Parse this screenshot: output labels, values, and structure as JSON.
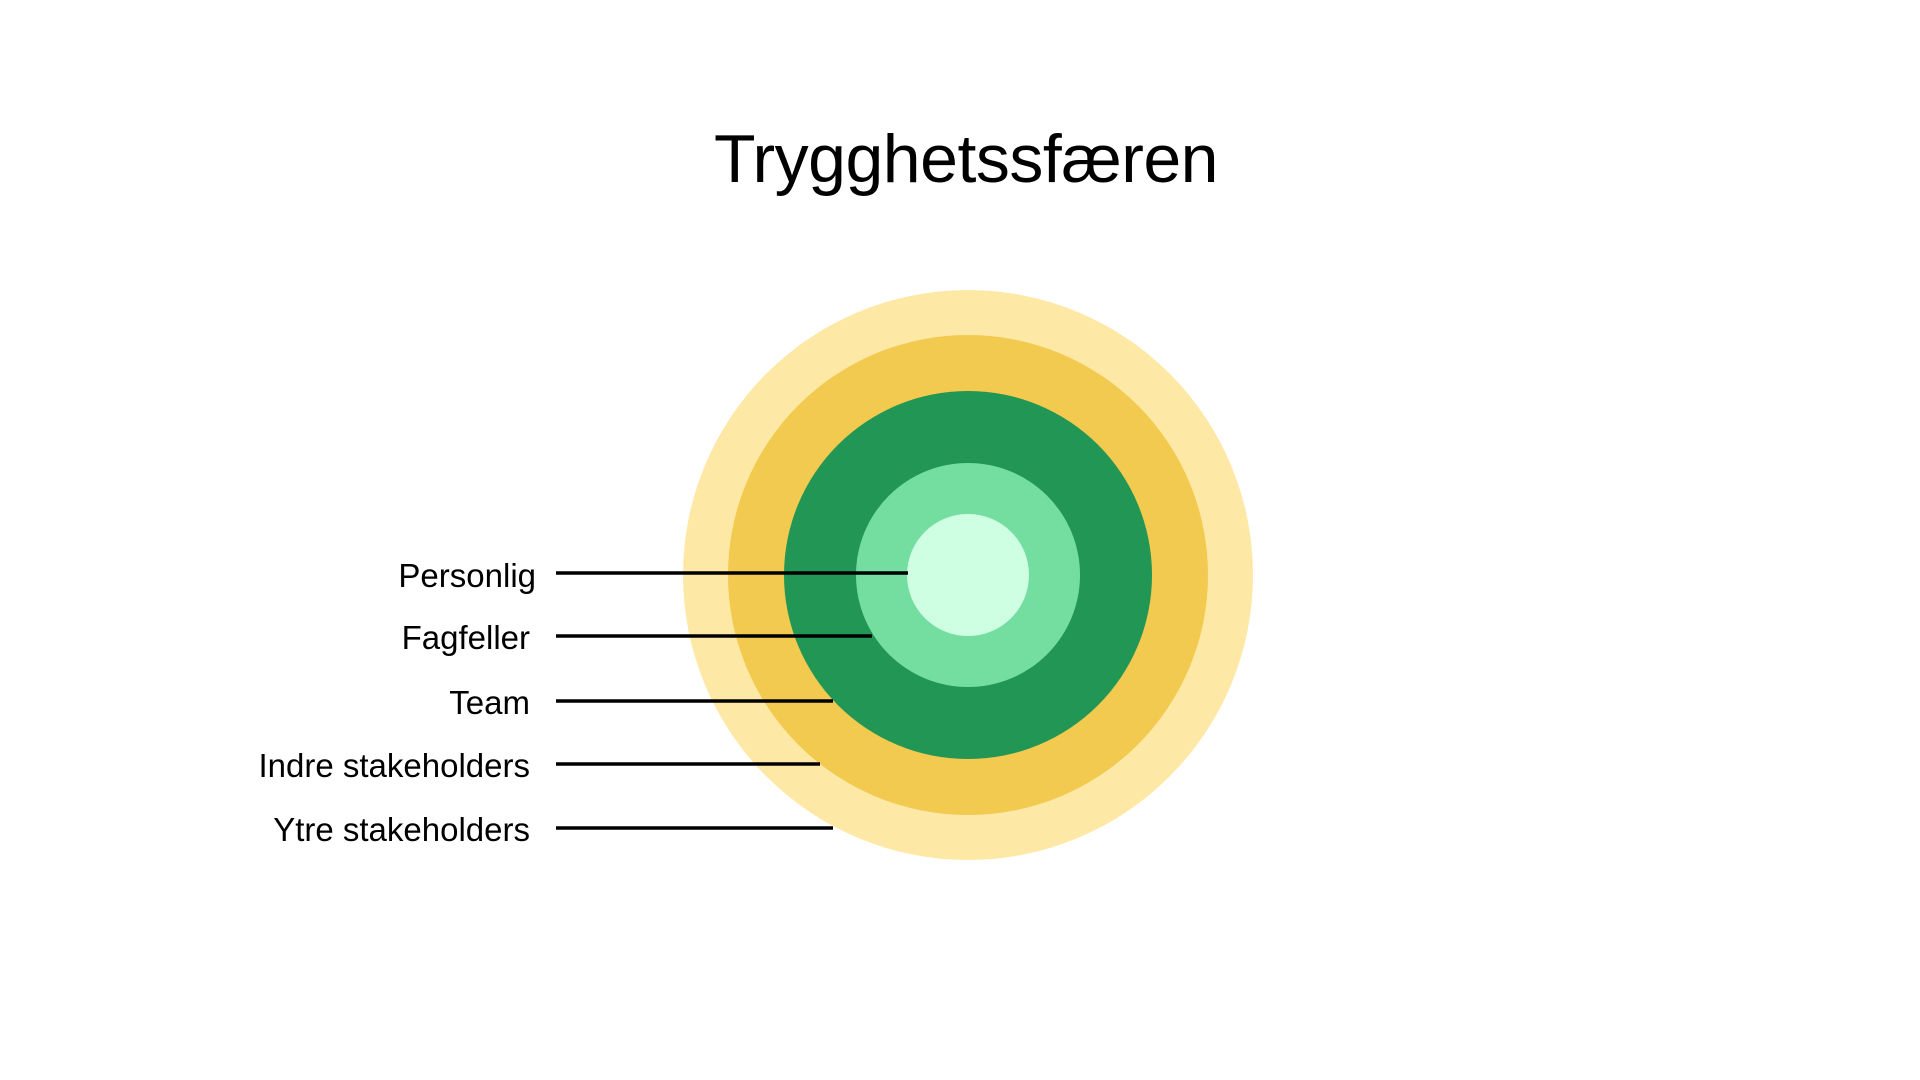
{
  "title": "Trygghetssfæren",
  "rings": [
    {
      "label": "Personlig",
      "color": "#CFFFE3"
    },
    {
      "label": "Fagfeller",
      "color": "#73DE9F"
    },
    {
      "label": "Team",
      "color": "#229654"
    },
    {
      "label": "Indre stakeholders",
      "color": "#F2CA4F"
    },
    {
      "label": "Ytre stakeholders",
      "color": "#FEE8A5"
    }
  ],
  "leader_color": "#000000"
}
